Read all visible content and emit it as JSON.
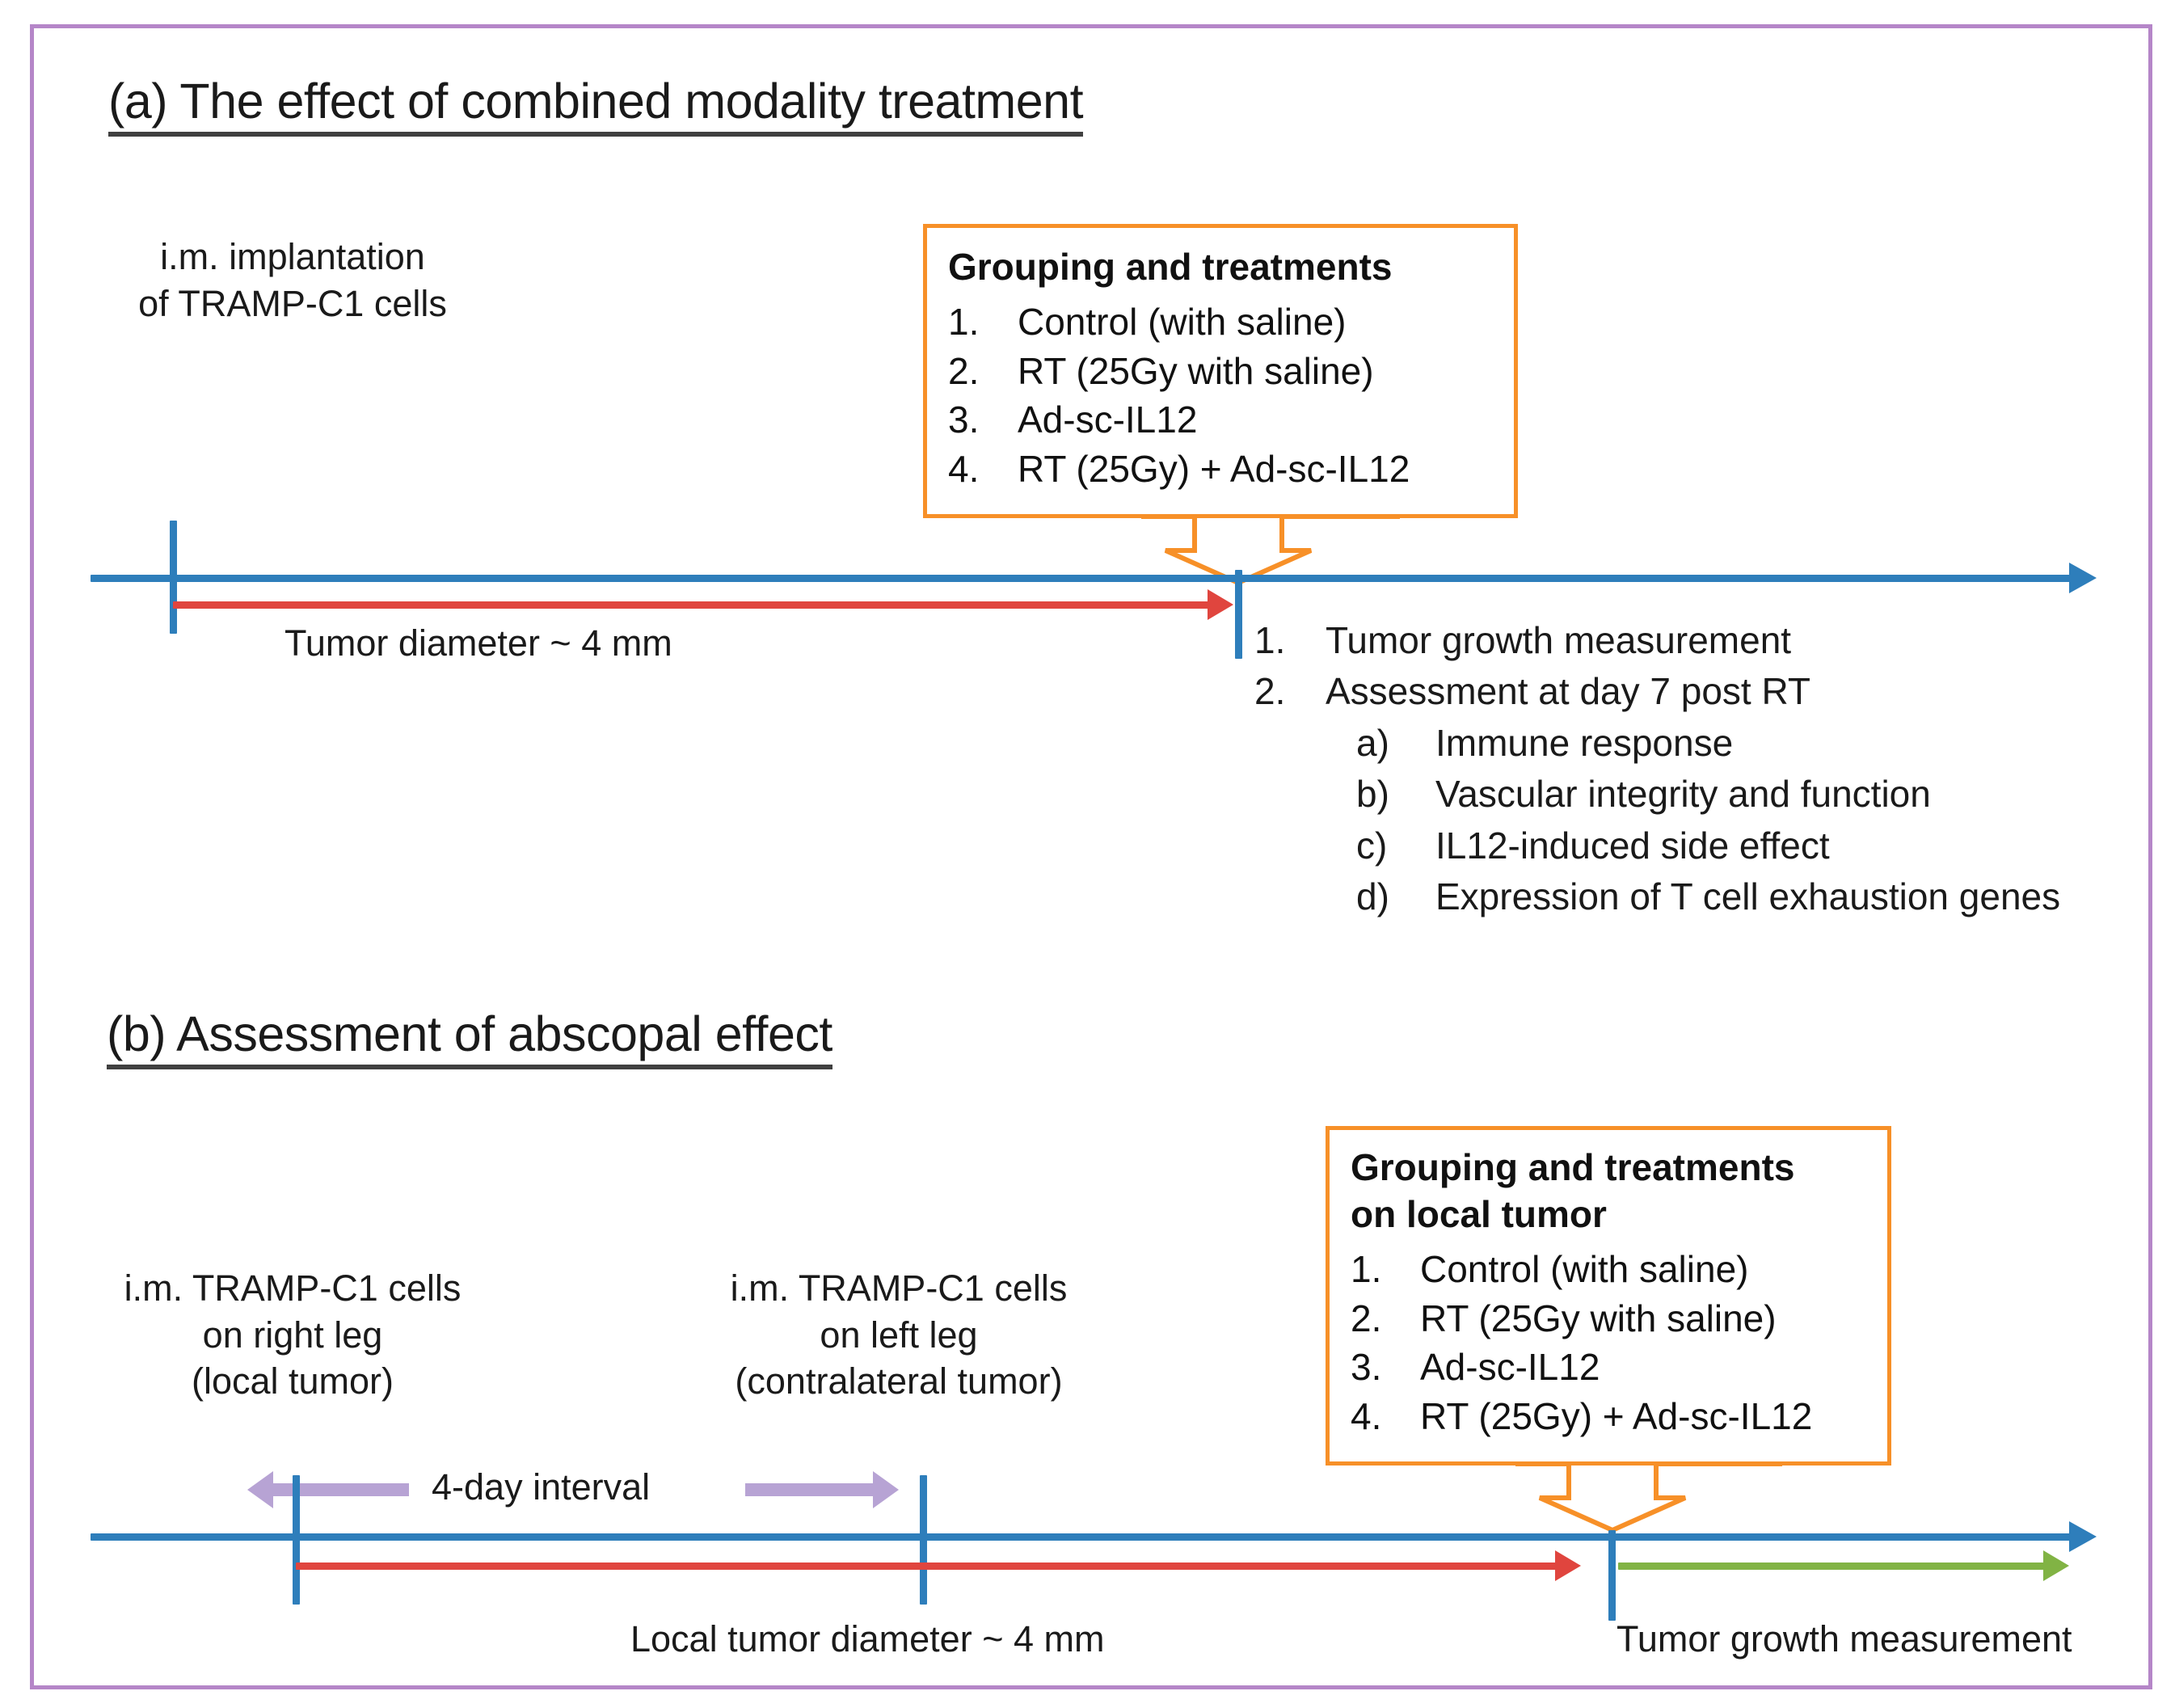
{
  "figure": {
    "border_color": "#b586c8",
    "background": "#ffffff"
  },
  "colors": {
    "timeline_blue": "#2e7ebb",
    "tumor_red": "#e0453e",
    "measurement_green": "#81b344",
    "callout_orange": "#f79028",
    "interval_purple": "#b7a3d4",
    "frame_purple": "#b586c8"
  },
  "panel_a": {
    "title": "(a) The effect of combined modality treatment",
    "implantation_label": {
      "line1": "i.m. implantation",
      "line2": "of TRAMP-C1 cells"
    },
    "tumor_diameter_label": "Tumor diameter ~ 4 mm",
    "grouping_box": {
      "title": "Grouping and treatments",
      "items": [
        {
          "num": "1.",
          "text": "Control (with saline)"
        },
        {
          "num": "2.",
          "text": "RT (25Gy with saline)"
        },
        {
          "num": "3.",
          "text": "Ad-sc-IL12"
        },
        {
          "num": "4.",
          "text": "RT (25Gy) + Ad-sc-IL12"
        }
      ]
    },
    "assessment_list": [
      {
        "num": "1.",
        "text": "Tumor growth measurement",
        "sub": false
      },
      {
        "num": "2.",
        "text": "Assessment at day 7 post RT",
        "sub": false
      },
      {
        "num": "a)",
        "text": "Immune response",
        "sub": true
      },
      {
        "num": "b)",
        "text": "Vascular integrity and function",
        "sub": true
      },
      {
        "num": "c)",
        "text": "IL12-induced side effect",
        "sub": true
      },
      {
        "num": "d)",
        "text": "Expression of T cell exhaustion genes",
        "sub": true
      }
    ]
  },
  "panel_b": {
    "title": "(b) Assessment of abscopal effect",
    "right_leg_label": {
      "line1": "i.m. TRAMP-C1 cells",
      "line2": "on right leg",
      "line3": "(local tumor)"
    },
    "left_leg_label": {
      "line1": "i.m. TRAMP-C1 cells",
      "line2": "on left leg",
      "line3": "(contralateral tumor)"
    },
    "interval_label": "4-day interval",
    "local_tumor_diameter_label": "Local tumor diameter ~ 4 mm",
    "growth_measurement_label": "Tumor growth measurement",
    "grouping_box": {
      "title_line1": "Grouping and treatments",
      "title_line2": "on local tumor",
      "items": [
        {
          "num": "1.",
          "text": "Control (with saline)"
        },
        {
          "num": "2.",
          "text": "RT (25Gy with saline)"
        },
        {
          "num": "3.",
          "text": "Ad-sc-IL12"
        },
        {
          "num": "4.",
          "text": "RT (25Gy) + Ad-sc-IL12"
        }
      ]
    }
  }
}
